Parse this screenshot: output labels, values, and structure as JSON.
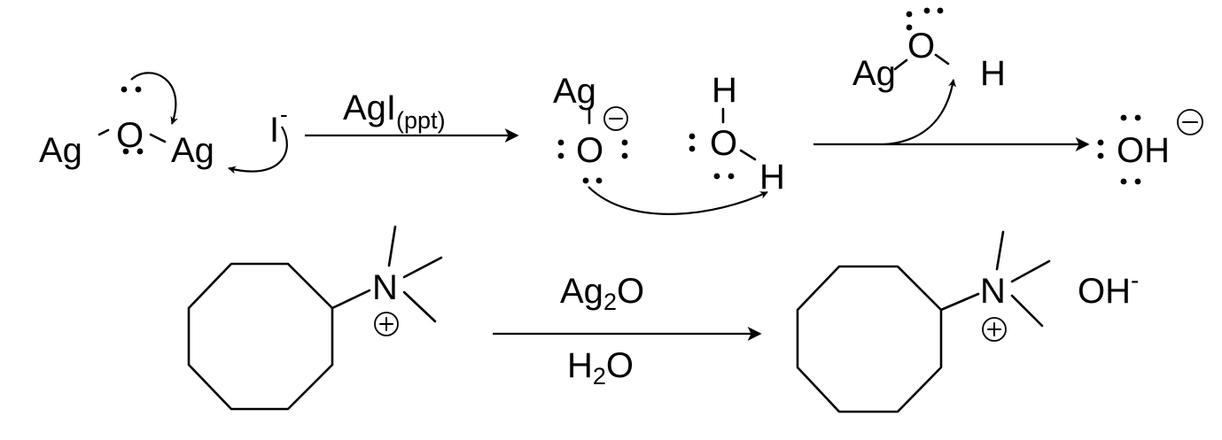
{
  "colors": {
    "ink": "#000000",
    "background": "#ffffff"
  },
  "top_scheme": {
    "reactant": {
      "ag_left": "Ag",
      "oxygen": "O",
      "ag_right": "Ag",
      "iodide": "I",
      "iodide_charge": "-"
    },
    "step1_reagent": {
      "main": "AgI",
      "subscript": "(ppt)"
    },
    "intermediate": {
      "silver": "Ag",
      "oxide_oxygen": "O",
      "water_h_top": "H",
      "water_oxygen": "O",
      "water_h_right": "H"
    },
    "side_product": {
      "silver": "Ag",
      "oxygen": "O",
      "hydrogen": "H"
    },
    "product": {
      "hydroxide": "OH"
    }
  },
  "bottom_scheme": {
    "reactant": {
      "nitrogen": "N"
    },
    "reagent_top": {
      "main": "Ag",
      "subscript": "2",
      "tail": "O"
    },
    "reagent_bottom": {
      "main": "H",
      "subscript": "2",
      "tail": "O"
    },
    "product": {
      "nitrogen": "N",
      "counterion": "OH",
      "counterion_charge": "-"
    }
  }
}
